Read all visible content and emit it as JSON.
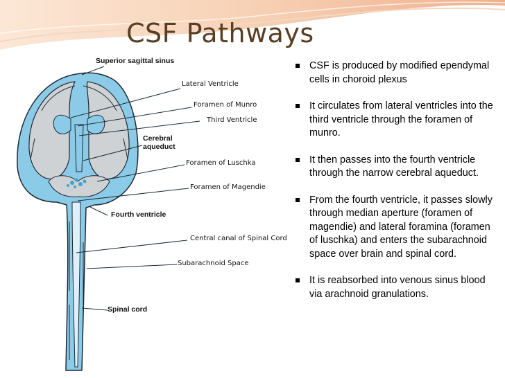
{
  "slide": {
    "title": "CSF Pathways",
    "accent_colors": {
      "wave_top": "#f6c4a0",
      "wave_mid": "#e49a6e",
      "title_color": "#5a3e22",
      "csf_blue": "#7cc4e4"
    }
  },
  "diagram": {
    "labels": {
      "superior_sagittal_sinus": "Superior sagittal sinus",
      "lateral_ventricle": "Lateral Ventricle",
      "foramen_of_munro": "Foramen of Munro",
      "third_ventricle": "Third Ventricle",
      "cerebral_aqueduct_1": "Cerebral",
      "cerebral_aqueduct_2": "aqueduct",
      "foramen_of_luschka": "Foramen of Luschka",
      "foramen_of_magendie": "Foramen of Magendie",
      "fourth_ventricle": "Fourth ventricle",
      "central_canal": "Central canal of Spinal Cord",
      "subarachnoid_space": "Subarachnoid Space",
      "spinal_cord": "Spinal cord"
    }
  },
  "bullets": [
    "CSF is produced  by modified ependymal cells in choroid plexus",
    "It circulates from lateral ventricles into the third ventricle through the foramen of munro.",
    "It then passes into the fourth ventricle through the narrow cerebral aqueduct.",
    "From the fourth ventricle, it passes slowly through median aperture (foramen of magendie) and lateral foramina (foramen of luschka) and enters the subarachnoid space over brain and spinal cord.",
    "It is reabsorbed into venous sinus blood via arachnoid granulations."
  ]
}
